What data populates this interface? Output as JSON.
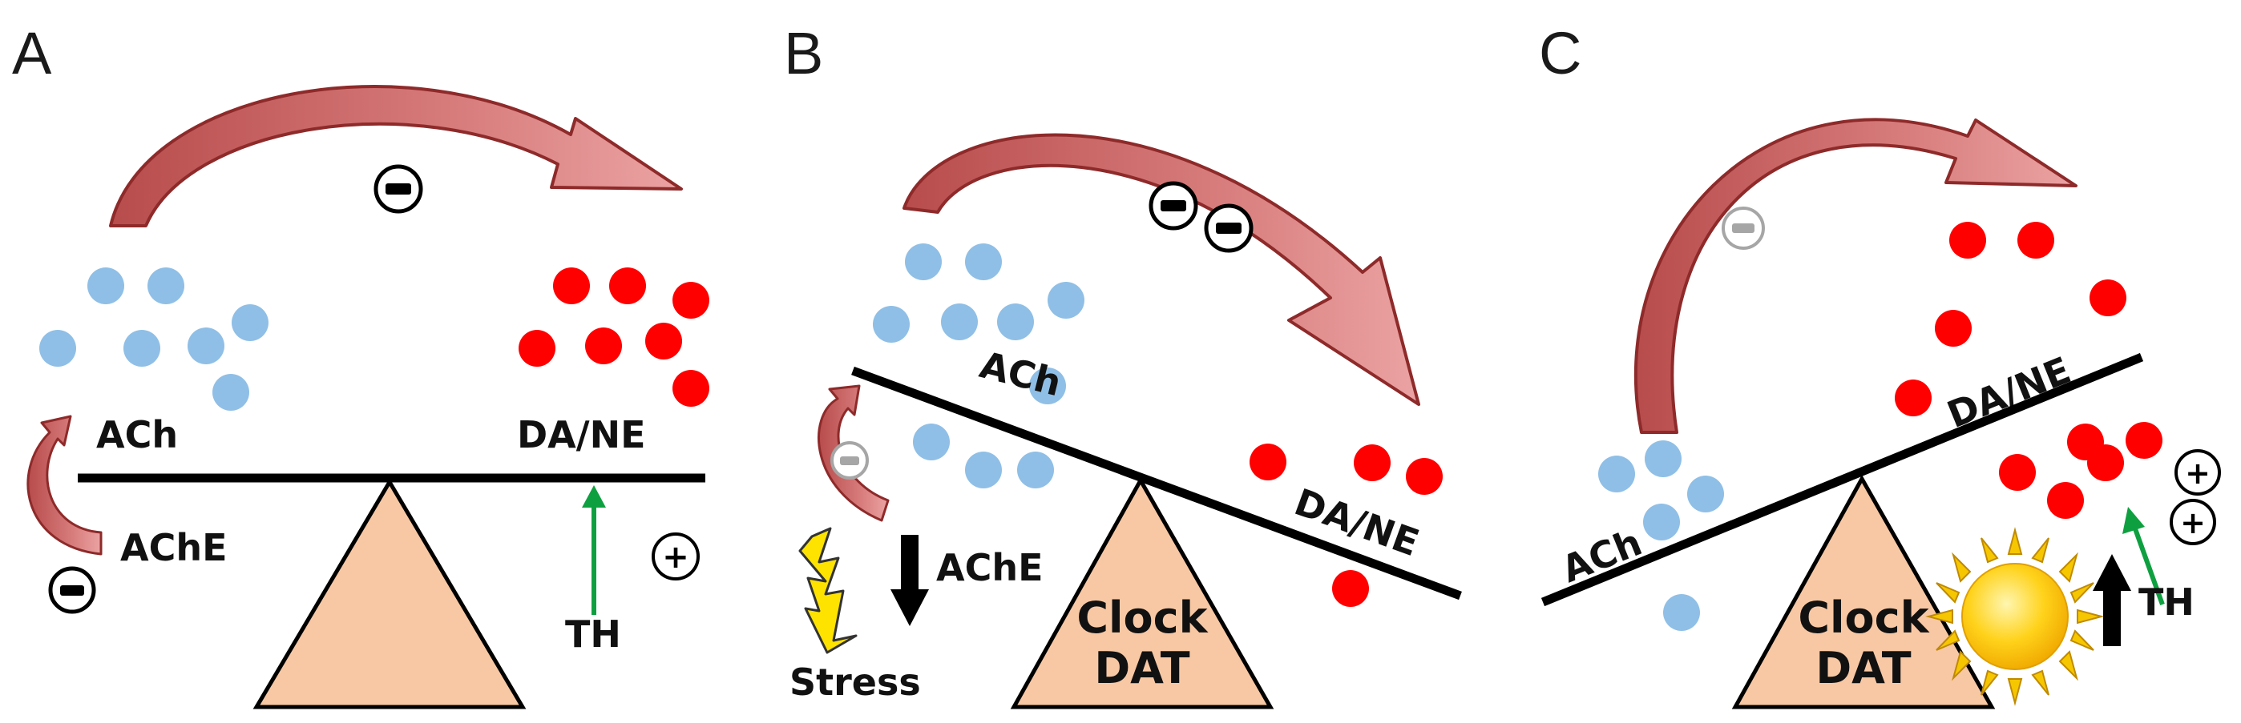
{
  "colors": {
    "ach": "#8fbfe6",
    "da_ne": "#ff0000",
    "fulcrum": "#f8c8a4",
    "arrow_fill": "#cd6f6f",
    "arrow_edge": "#8e2a2a",
    "activation": "#0ea040",
    "beam": "#000000",
    "faded": "#a6a6a6",
    "sun": "#f6c700"
  },
  "panels": [
    {
      "letter": "A",
      "ach_label": "ACh",
      "dane_label": "DA/NE",
      "ache_label": "AChE",
      "th_label": "TH",
      "ach_to_dane_sign": "−",
      "ache_sign": "−",
      "th_sign": "+"
    },
    {
      "letter": "B",
      "ach_label": "ACh",
      "dane_label": "DA/NE",
      "ache_label": "AChE",
      "stress_label": "Stress",
      "fulcrum_line1": "Clock",
      "fulcrum_line2": "DAT",
      "ach_to_dane_signs": [
        "−",
        "−"
      ],
      "ache_sign": "−",
      "icons": [
        "lightning-icon",
        "down-arrow-icon"
      ]
    },
    {
      "letter": "C",
      "ach_label": "ACh",
      "dane_label": "DA/NE",
      "th_label": "TH",
      "fulcrum_line1": "Clock",
      "fulcrum_line2": "DAT",
      "ach_to_dane_sign": "−",
      "th_signs": [
        "+",
        "+"
      ],
      "icons": [
        "sun-icon",
        "up-arrow-icon"
      ]
    }
  ]
}
